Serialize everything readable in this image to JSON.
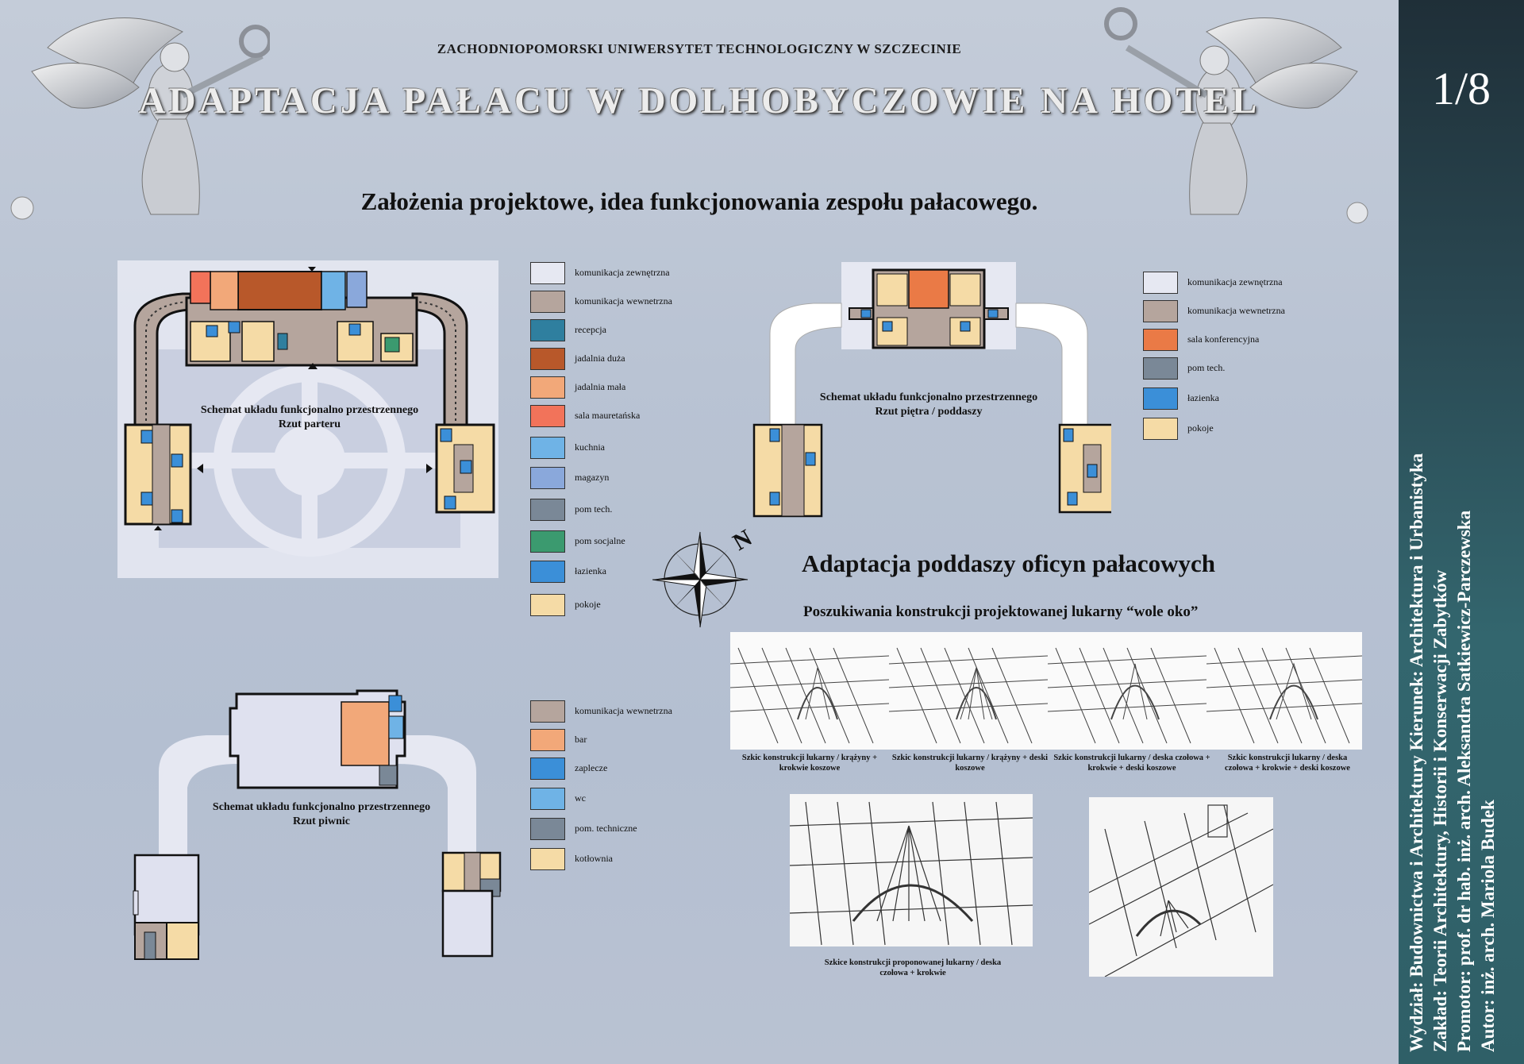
{
  "header": {
    "university": "ZACHODNIOPOMORSKI UNIWERSYTET TECHNOLOGICZNY W SZCZECINIE",
    "title": "ADAPTACJA PAŁACU W DOLHOBYCZOWIE NA HOTEL",
    "page_number": "1/8"
  },
  "subtitle": "Założenia projektowe, idea funkcjonowania zespołu pałacowego.",
  "credits": {
    "line1": "Wydział: Budownictwa i Architektury    Kierunek: Architektura i Urbanistyka",
    "line2": "Zakład: Teorii Architektury, Historii i Konserwacji Zabytków",
    "line3": "Promotor: prof. dr hab. inż. arch. Aleksandra Satkiewicz-Parczewska",
    "line4": "Autor: inż. arch. Mariola Budek"
  },
  "plans": {
    "ground": {
      "label1": "Schemat układu funkcjonalno przestrzennego",
      "label2": "Rzut parteru"
    },
    "upper": {
      "label1": "Schemat układu funkcjonalno przestrzennego",
      "label2": "Rzut piętra / poddaszy"
    },
    "basement": {
      "label1": "Schemat układu funkcjonalno przestrzennego",
      "label2": "Rzut piwnic"
    }
  },
  "legend_ground": [
    {
      "label": "komunikacja zewnętrzna",
      "color": "#e6e8f2"
    },
    {
      "label": "komunikacja wewnetrzna",
      "color": "#b5a59d"
    },
    {
      "label": "recepcja",
      "color": "#2f7f9f"
    },
    {
      "label": "jadalnia duża",
      "color": "#b8582a"
    },
    {
      "label": "jadalnia mała",
      "color": "#f2a879"
    },
    {
      "label": "sala mauretańska",
      "color": "#f2735a"
    },
    {
      "label": "kuchnia",
      "color": "#6fb3e6"
    },
    {
      "label": "magazyn",
      "color": "#8aa8db"
    },
    {
      "label": "pom tech.",
      "color": "#7a8897"
    },
    {
      "label": "pom socjalne",
      "color": "#3b9a6f"
    },
    {
      "label": "łazienka",
      "color": "#3b8fd8"
    },
    {
      "label": "pokoje",
      "color": "#f5dba6"
    }
  ],
  "legend_upper": [
    {
      "label": "komunikacja zewnętrzna",
      "color": "#e6e8f2"
    },
    {
      "label": "komunikacja wewnetrzna",
      "color": "#b5a59d"
    },
    {
      "label": "sala konferencyjna",
      "color": "#ea7a46"
    },
    {
      "label": "pom tech.",
      "color": "#7a8897"
    },
    {
      "label": "łazienka",
      "color": "#3b8fd8"
    },
    {
      "label": "pokoje",
      "color": "#f5dba6"
    }
  ],
  "legend_basement": [
    {
      "label": "komunikacja wewnetrzna",
      "color": "#b5a59d"
    },
    {
      "label": "bar",
      "color": "#f2a879"
    },
    {
      "label": "zaplecze",
      "color": "#3b8fd8"
    },
    {
      "label": "wc",
      "color": "#6fb3e6"
    },
    {
      "label": "pom. techniczne",
      "color": "#7a8897"
    },
    {
      "label": "kotłownia",
      "color": "#f5dba6"
    }
  ],
  "section2": {
    "title": "Adaptacja poddaszy oficyn pałacowych",
    "subtitle": "Poszukiwania konstrukcji projektowanej lukarny “wole oko”",
    "captions": [
      "Szkic konstrukcji lukarny / krążyny + krokwie koszowe",
      "Szkic konstrukcji lukarny / krążyny + deski koszowe",
      "Szkic konstrukcji lukarny / deska czołowa + krokwie + deski koszowe",
      "Szkic konstrukcji lukarny / deska czołowa + krokwie + deski koszowe"
    ],
    "final_caption": "Szkice konstrukcji proponowanej lukarny / deska czołowa + krokwie"
  },
  "compass": {
    "north": "N"
  }
}
